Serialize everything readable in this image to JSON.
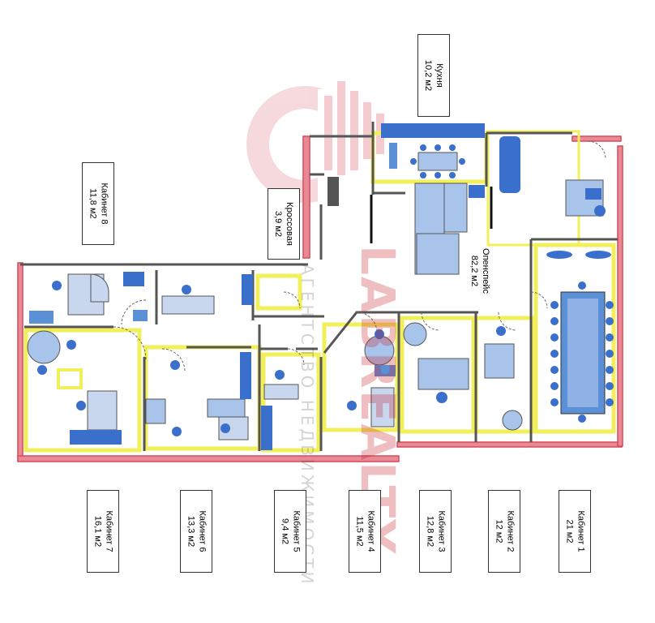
{
  "rooms": {
    "kitchen": {
      "name": "Кухня",
      "area": "10,2 м2"
    },
    "cabinet8": {
      "name": "Кабинет 8",
      "area": "11,8 м2"
    },
    "crossover": {
      "name": "Кроссовая",
      "area": "3,9 м2"
    },
    "openspace": {
      "name": "Опенспейс",
      "area": "82,2 м2"
    },
    "cabinet7": {
      "name": "Кабинет 7",
      "area": "16,1 м2"
    },
    "cabinet6": {
      "name": "Кабинет 6",
      "area": "13,3 м2"
    },
    "cabinet5": {
      "name": "Кабинет 5",
      "area": "9,4 м2"
    },
    "cabinet4": {
      "name": "Кабинет 4",
      "area": "11,5 м2"
    },
    "cabinet3": {
      "name": "Кабинет 3",
      "area": "12,8 м2"
    },
    "cabinet2": {
      "name": "Кабинет 2",
      "area": "12 м2"
    },
    "cabinet1": {
      "name": "Кабинет 1",
      "area": "21 м2"
    }
  },
  "watermark": {
    "brand": "LABREALTY",
    "subtitle": "АГЕНТСТВО НЕДВИЖИМОСТИ"
  },
  "colors": {
    "outer_wall": "#d94a5a",
    "room_glow": "#f2f05a",
    "furniture": "#5b8fd6",
    "furniture_light": "#a9c4ea",
    "wall": "#555555"
  }
}
